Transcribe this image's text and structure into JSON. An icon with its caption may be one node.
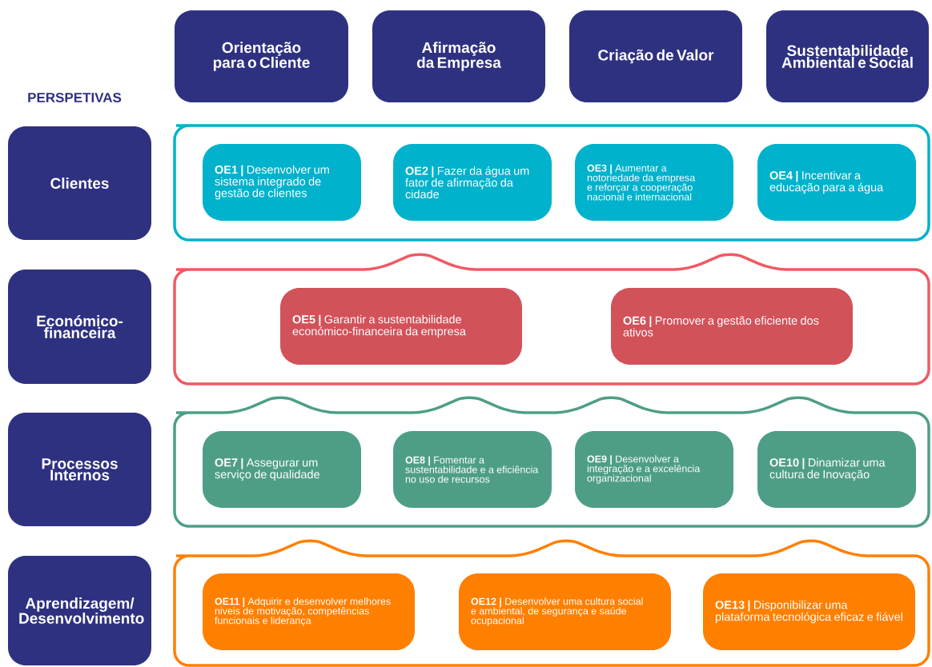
{
  "diagram": {
    "nodes": [
      {
        "text": [
          "Orientação para o Cliente"
        ]
      },
      {
        "text": [
          "Afirmação da Empresa"
        ]
      },
      {
        "text": [
          "Criação de Valor"
        ]
      },
      {
        "text": [
          "Sustentabilidade Ambiental e Social"
        ]
      },
      {
        "text": [
          "Clientes"
        ]
      },
      {
        "text": [],
        "shape": "box"
      },
      {
        "text": [
          "**OE1 |** Desenvolver um sistema integrado de gestão de clientes"
        ],
        "in": 5
      },
      {
        "text": [
          "**OE2 |** Fazer da água um fator de afirmação da cidade"
        ],
        "in": 5
      },
      {
        "text": [
          "**OE3 |** Aumentar a notoriedade da empresa e reforçar a cooperação nacional e internacional"
        ],
        "in": 5
      },
      {
        "text": [
          "**OE4 |** Incentivar a educação para a água"
        ],
        "in": 5
      },
      {
        "text": [
          "Económico-financeira"
        ]
      },
      {
        "text": [],
        "shape": "box"
      },
      {
        "text": [
          "**OE5 |** Garantir a sustentabilidade económico-financeira da empresa"
        ],
        "in": 11
      },
      {
        "text": [
          "**OE6 |** Promover a gestão eficiente dos ativos"
        ],
        "in": 11
      },
      {
        "text": [
          "Processos Internos"
        ]
      },
      {
        "text": [],
        "shape": "box"
      },
      {
        "text": [
          "**OE7 |** Assegurar um serviço de qualidade"
        ],
        "in": 15
      },
      {
        "text": [
          "**OE8 |** Fomentar a sustentabilidade e a eficiência no uso de recursos"
        ],
        "in": 15
      },
      {
        "text": [
          "**OE9 |** Desenvolver a integração e a excelência organizacional"
        ],
        "in": 15
      },
      {
        "text": [
          "**OE10 |** Dinamizar uma cultura de Inovação"
        ],
        "in": 15
      },
      {
        "text": [
          "Aprendizagem/ Desenvolvimento"
        ]
      },
      {
        "text": [],
        "shape": "box"
      },
      {
        "text": [
          "**OE11 |** Adquirir e desenvolver melhores niveis de motivação, competências funcionais e liderança"
        ],
        "in": 21
      },
      {
        "text": [
          "**OE12 |** Desenvolver uma cultura social e ambiental, de segurança e saúde ocupacional"
        ],
        "in": 21
      },
      {
        "text": [
          "**OE13 |** Disponibilizar uma plataforma tecnológica eficaz e fiável"
        ],
        "in": 21
      }
    ],
    "labels": [
      "PERSPETIVAS"
    ]
  }
}
